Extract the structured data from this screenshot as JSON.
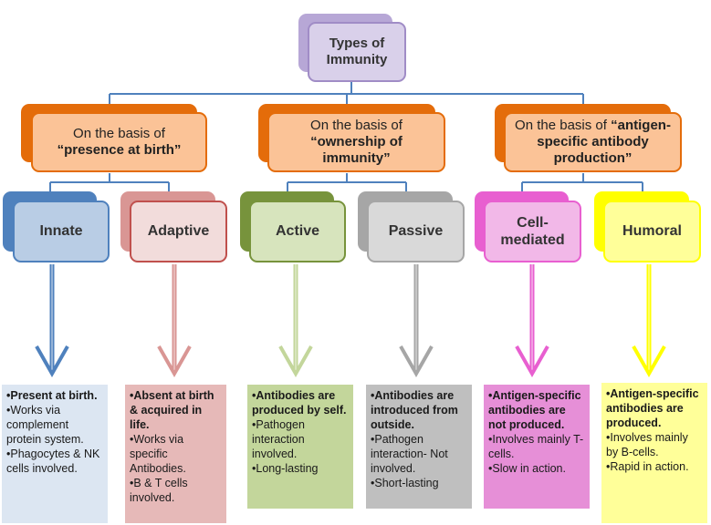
{
  "root": {
    "label_line1": "Types of",
    "label_line2": "Immunity"
  },
  "bases": [
    {
      "prefix": "On the basis of",
      "emph": "“presence at birth”"
    },
    {
      "prefix": "On the basis of",
      "emph": "“ownership of immunity”"
    },
    {
      "prefix": "On the basis of ",
      "emph": "“antigen-specific antibody production”"
    }
  ],
  "types": [
    {
      "label": "Innate"
    },
    {
      "label": "Adaptive"
    },
    {
      "label": "Active"
    },
    {
      "label": "Passive"
    },
    {
      "label": "Cell-mediated"
    },
    {
      "label": "Humoral"
    }
  ],
  "details": [
    {
      "bold": "•Present at birth.",
      "notes": [
        "•Works via complement protein system.",
        "•Phagocytes & NK cells involved."
      ]
    },
    {
      "bold": "•Absent at birth & acquired in life.",
      "notes": [
        "•Works via specific Antibodies.",
        "•B & T cells involved."
      ]
    },
    {
      "bold": "•Antibodies are produced by self.",
      "notes": [
        "•Pathogen interaction involved.",
        "•Long-lasting"
      ]
    },
    {
      "bold": "•Antibodies are introduced from outside.",
      "notes": [
        "•Pathogen interaction- Not involved.",
        "•Short-lasting"
      ]
    },
    {
      "bold": "•Antigen-specific antibodies are not produced.",
      "notes": [
        "•Involves mainly T-cells.",
        "•Slow in action."
      ]
    },
    {
      "bold": "•Antigen-specific antibodies are produced.",
      "notes": [
        "•Involves mainly by B-cells.",
        "•Rapid in action."
      ]
    }
  ],
  "colors": {
    "root_back": "#b7a7d6",
    "root_front": "#d9d0ea",
    "root_border": "#a08cc6",
    "basis_back": "#e46c0a",
    "basis_front": "#fbc397",
    "basis_border": "#e46c0a",
    "connector": "#4f81bd",
    "innate": "#4f81bd",
    "adaptive": "#d99694",
    "active": "#77933c",
    "passive": "#a6a6a6",
    "cell_mediated": "#e85fd0",
    "humoral": "#ffff00"
  }
}
